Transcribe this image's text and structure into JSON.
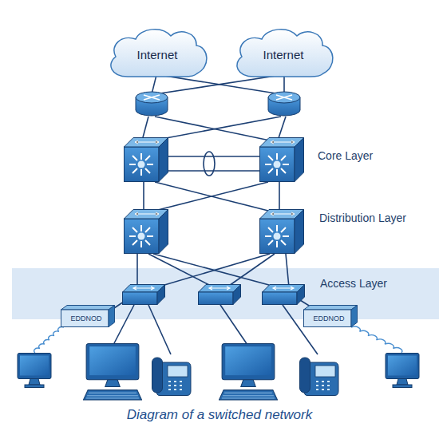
{
  "diagram": {
    "caption": "Diagram of a switched network",
    "nodes": [
      {
        "text": [
          "Internet"
        ]
      },
      {
        "text": [
          "Internet"
        ]
      },
      {
        "text": [
          "Access Layer"
        ]
      },
      {
        "text": [
          "EDDNOD"
        ]
      },
      {
        "text": [
          "EDDNOD"
        ]
      }
    ],
    "labels": [
      "Core Layer",
      "Distribution Layer"
    ]
  }
}
